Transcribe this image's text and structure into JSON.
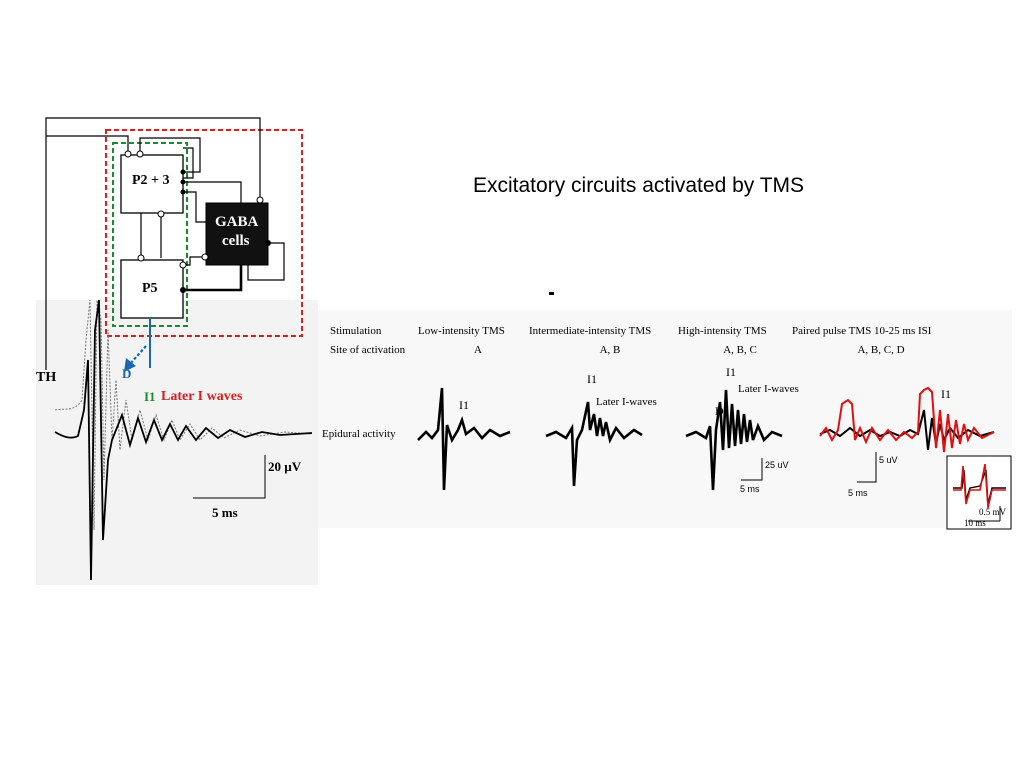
{
  "title": "Excitatory circuits activated by TMS",
  "circuit": {
    "box_p23": "P2 + 3",
    "box_p5": "P5",
    "box_gaba_line1": "GABA",
    "box_gaba_line2": "cells",
    "label_th": "TH",
    "label_d": "D",
    "label_i1": "I1",
    "label_later": "Later I waves",
    "scale_amp": "20 µV",
    "scale_time": "5 ms",
    "colors": {
      "d_arrow": "#1a66b0",
      "i1": "#1b8a2e",
      "later": "#d32222",
      "outer_box": "#d32222",
      "inner_box": "#1b8a2e"
    }
  },
  "table": {
    "row_labels": {
      "stimulation": "Stimulation",
      "site": "Site of activation",
      "epidural": "Epidural activity"
    },
    "columns": [
      {
        "stimulation": "Low-intensity TMS",
        "site": "A"
      },
      {
        "stimulation": "Intermediate-intensity TMS",
        "site": "A, B"
      },
      {
        "stimulation": "High-intensity TMS",
        "site": "A, B, C"
      },
      {
        "stimulation": "Paired pulse TMS 10-25 ms ISI",
        "site": "A, B, C, D"
      }
    ]
  },
  "traces": {
    "low": {
      "i1": "I1"
    },
    "intermediate": {
      "i1": "I1",
      "later": "Later I-waves"
    },
    "high": {
      "i1": "I1",
      "later": "Later I-waves",
      "d": "D",
      "scale_amp": "25 uV",
      "scale_time": "5 ms"
    },
    "paired": {
      "i1": "I1",
      "scale_amp": "5 uV",
      "scale_time": "5 ms",
      "inset_amp": "0.5 mV",
      "inset_time": "10 ms"
    },
    "colors": {
      "black": "#000000",
      "red": "#e01010"
    }
  }
}
